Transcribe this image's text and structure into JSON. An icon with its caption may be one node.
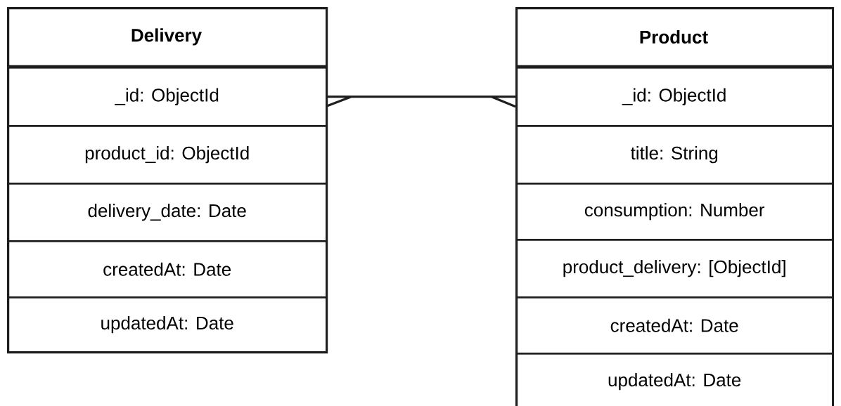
{
  "diagram": {
    "nodes": [
      {
        "text": [
          "Delivery"
        ]
      },
      {
        "text": [
          "_id: ObjectId"
        ],
        "in": 0
      },
      {
        "text": [
          "product_id: ObjectId"
        ],
        "in": 0
      },
      {
        "text": [
          "delivery_date: Date"
        ],
        "in": 0
      },
      {
        "text": [
          "createdAt: Date"
        ],
        "in": 0
      },
      {
        "text": [
          "updatedAt: Date"
        ],
        "in": 0
      },
      {
        "text": [
          "Product"
        ]
      },
      {
        "text": [
          "_id: ObjectId"
        ],
        "in": 6
      },
      {
        "text": [
          "title: String"
        ],
        "in": 6
      },
      {
        "text": [
          "consumption: Number"
        ],
        "in": 6
      },
      {
        "text": [
          "product_delivery: [ObjectId]"
        ],
        "in": 6
      },
      {
        "text": [
          "createdAt: Date"
        ],
        "in": 6
      },
      {
        "text": [
          "updatedAt: Date"
        ],
        "in": 6
      }
    ],
    "edges": [
      {
        "from": 1,
        "to": 7,
        "arrow": "other"
      }
    ]
  }
}
